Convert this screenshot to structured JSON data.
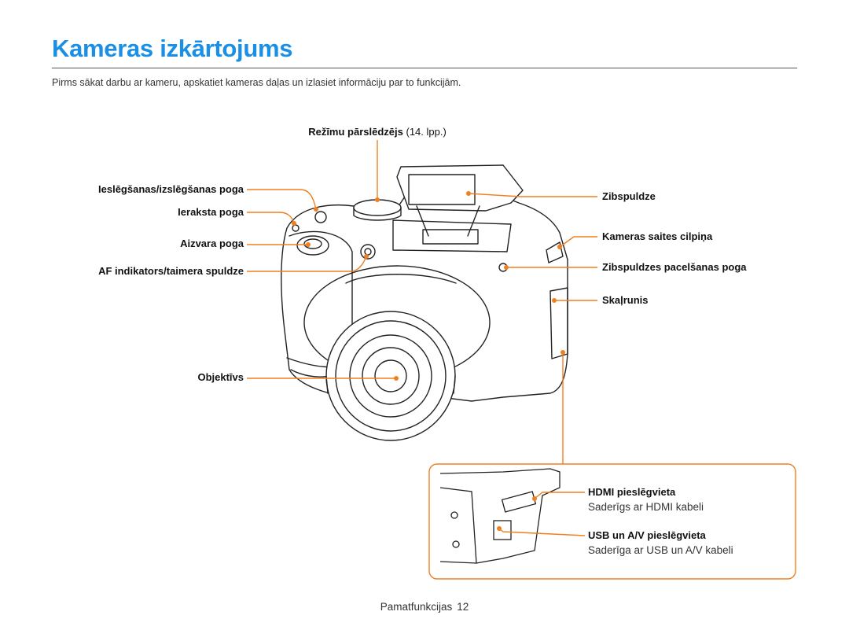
{
  "page": {
    "title": "Kameras izkārtojums",
    "intro": "Pirms sākat darbu ar kameru, apskatiet kameras daļas un izlasiet informāciju par to funkcijām."
  },
  "labels": {
    "mode_dial": "Režīmu pārslēdzējs",
    "mode_dial_ref": "(14. lpp.)",
    "power_button": "Ieslēgšanas/izslēgšanas poga",
    "record_button": "Ieraksta poga",
    "shutter_button": "Aizvara poga",
    "af_lamp": "AF indikators/taimera spuldze",
    "lens": "Objektīvs",
    "flash": "Zibspuldze",
    "strap_eyelet": "Kameras saites cilpiņa",
    "flash_popup_button": "Zibspuldzes pacelšanas poga",
    "speaker": "Skaļrunis"
  },
  "inset": {
    "hdmi_title": "HDMI pieslēgvieta",
    "hdmi_desc": "Saderīgs ar HDMI kabeli",
    "usb_title": "USB un A/V pieslēgvieta",
    "usb_desc": "Saderīga ar USB un A/V kabeli"
  },
  "footer": {
    "section": "Pamatfunkcijas",
    "page_number": "12"
  },
  "colors": {
    "accent": "#1a8fe6",
    "callout": "#f07f1e"
  }
}
